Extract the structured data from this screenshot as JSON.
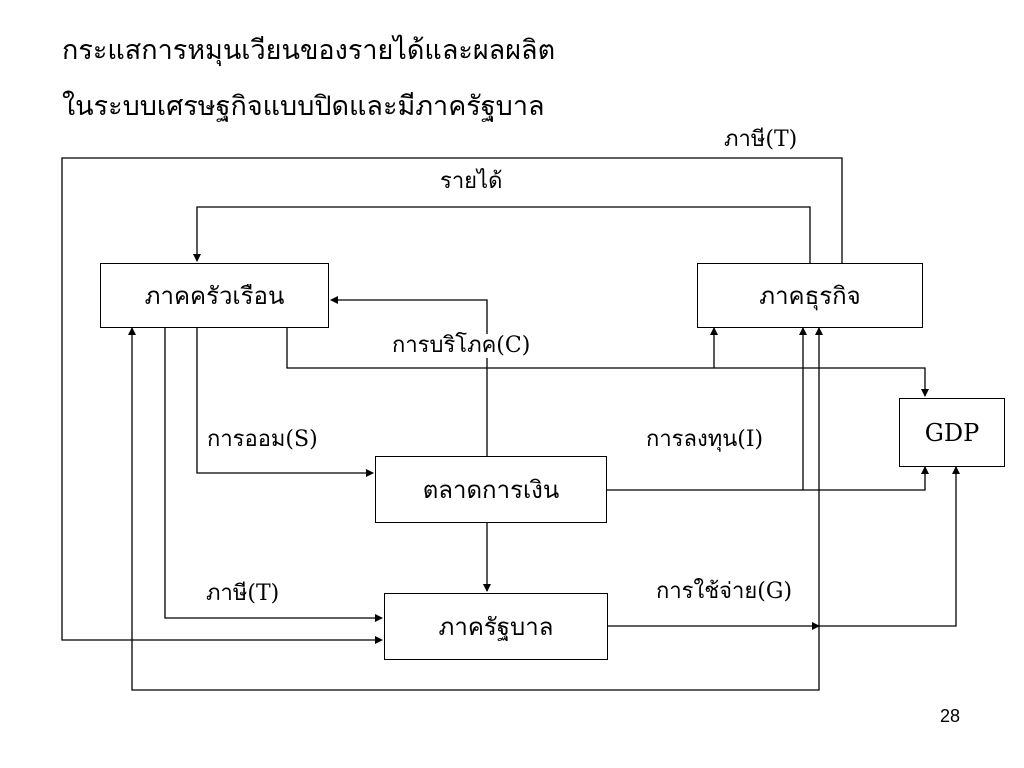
{
  "title": {
    "line1": "กระแสการหมุนเวียนของรายได้และผลผลิต",
    "line2": "ในระบบเศรษฐกิจแบบปิดและมีภาครัฐบาล"
  },
  "nodes": {
    "households": "ภาคครัวเรือน",
    "business": "ภาคธุรกิจ",
    "financial_market": "ตลาดการเงิน",
    "government": "ภาครัฐบาล",
    "gdp": "GDP"
  },
  "flow_labels": {
    "tax_top": "ภาษี(T)",
    "income": "รายได้",
    "consumption": "การบริโภค(C)",
    "saving": "การออม(S)",
    "investment": "การลงทุน(I)",
    "tax_household": "ภาษี(T)",
    "gov_spending": "การใช้จ่าย(G)"
  },
  "page_number": "28"
}
